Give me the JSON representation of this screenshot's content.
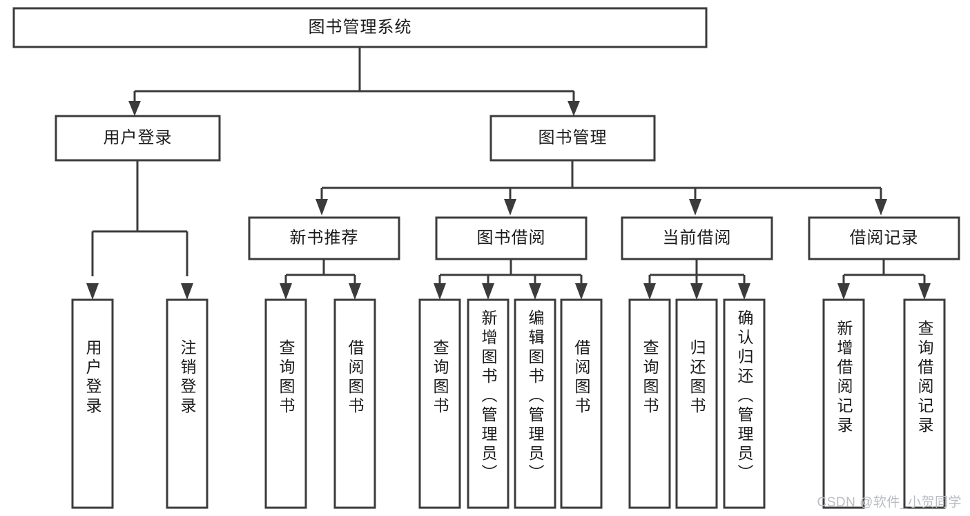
{
  "diagram": {
    "title_node": {
      "id": "root",
      "label": "图书管理系统"
    },
    "level2": [
      {
        "id": "login",
        "label": "用户登录"
      },
      {
        "id": "bookmgmt",
        "label": "图书管理"
      }
    ],
    "level3": [
      {
        "id": "newbook",
        "label": "新书推荐"
      },
      {
        "id": "borrow",
        "label": "图书借阅"
      },
      {
        "id": "current",
        "label": "当前借阅"
      },
      {
        "id": "record",
        "label": "借阅记录"
      }
    ],
    "leaves": [
      {
        "id": "leaf-user-login",
        "label": "用户登录",
        "parent": "login"
      },
      {
        "id": "leaf-logout",
        "label": "注销登录",
        "parent": "login"
      },
      {
        "id": "leaf-query-book-1",
        "label": "查询图书",
        "parent": "newbook"
      },
      {
        "id": "leaf-borrow-book-1",
        "label": "借阅图书",
        "parent": "newbook"
      },
      {
        "id": "leaf-query-book-2",
        "label": "查询图书",
        "parent": "borrow"
      },
      {
        "id": "leaf-add-book",
        "label": "新增图书（管理员）",
        "parent": "borrow"
      },
      {
        "id": "leaf-edit-book",
        "label": "编辑图书（管理员）",
        "parent": "borrow"
      },
      {
        "id": "leaf-borrow-book-2",
        "label": "借阅图书",
        "parent": "borrow"
      },
      {
        "id": "leaf-query-book-3",
        "label": "查询图书",
        "parent": "current"
      },
      {
        "id": "leaf-return-book",
        "label": "归还图书",
        "parent": "current"
      },
      {
        "id": "leaf-confirm-return",
        "label": "确认归还（管理员）",
        "parent": "current"
      },
      {
        "id": "leaf-add-record",
        "label": "新增借阅记录",
        "parent": "record"
      },
      {
        "id": "leaf-query-record",
        "label": "查询借阅记录",
        "parent": "record"
      }
    ],
    "colors": {
      "stroke": "#3b3b3b",
      "fill": "#ffffff",
      "text": "#1b1b1b",
      "watermark": "#b9bcc2"
    }
  },
  "watermark": {
    "text": "CSDN @软件_小贺同学"
  }
}
